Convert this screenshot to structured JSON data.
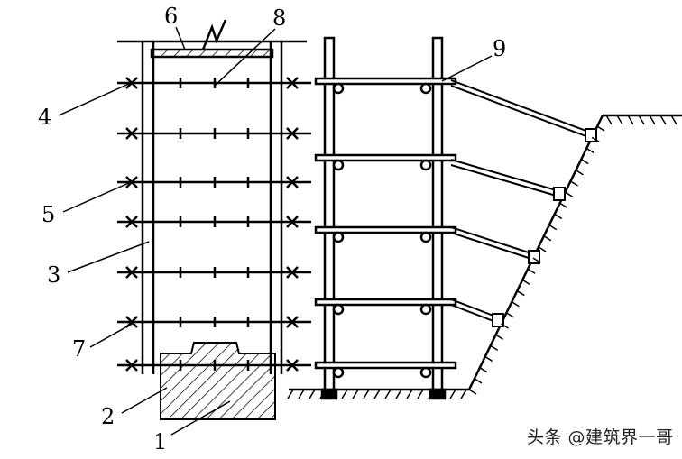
{
  "diagram": {
    "labels": {
      "l1": "1",
      "l2": "2",
      "l3": "3",
      "l4": "4",
      "l5": "5",
      "l6": "6",
      "l7": "7",
      "l8": "8",
      "l9": "9"
    },
    "stroke_color": "#000000"
  },
  "watermark": "头条 @建筑界一哥"
}
